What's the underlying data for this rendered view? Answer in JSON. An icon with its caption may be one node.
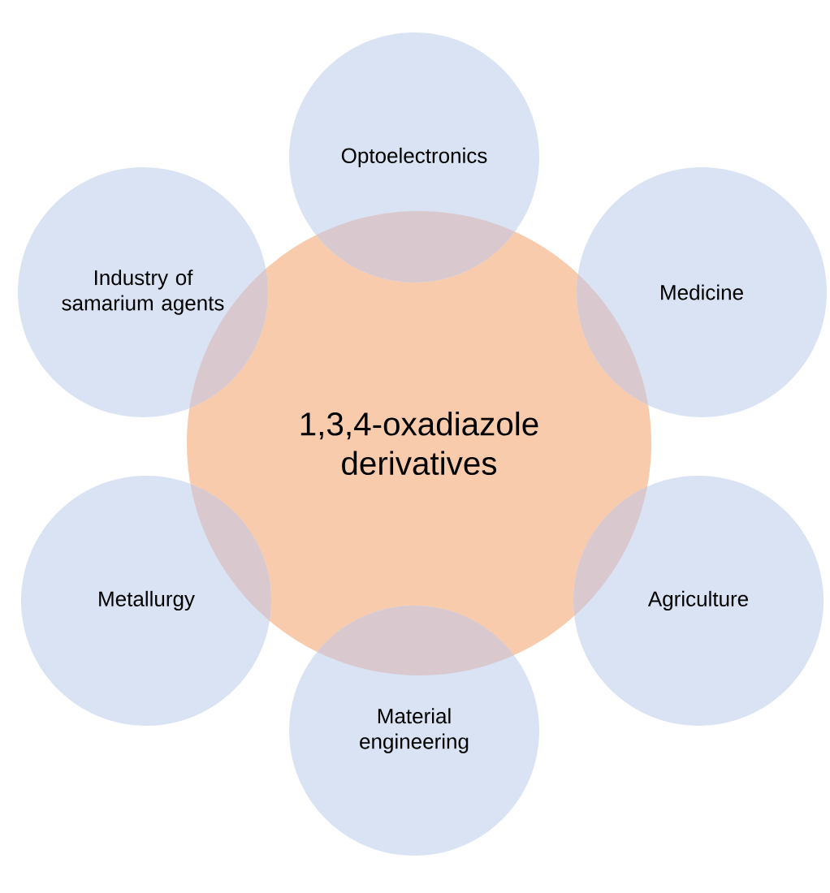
{
  "diagram": {
    "nodes": [
      {
        "text": [
          "1,3,4-oxadiazole derivatives"
        ]
      },
      {
        "text": [
          "Optoelectronics"
        ]
      },
      {
        "text": [
          "Industry of samarium agents"
        ]
      },
      {
        "text": [
          "Medicine"
        ]
      },
      {
        "text": [
          "Metallurgy"
        ]
      },
      {
        "text": [
          "Agriculture"
        ]
      },
      {
        "text": [
          "Material engineering"
        ]
      }
    ]
  }
}
